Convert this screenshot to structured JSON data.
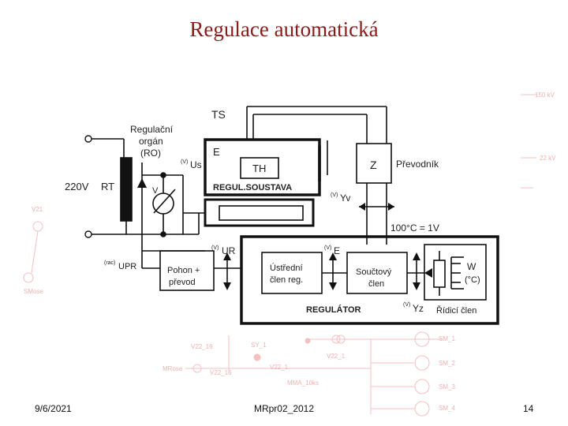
{
  "slide": {
    "title": "Regulace automatická",
    "footer_date": "9/6/2021",
    "footer_center": "MRpr02_2012",
    "page_number": "14"
  },
  "diagram": {
    "ts": "TS",
    "ro_line1": "Regulační",
    "ro_line2": "orgán",
    "ro_line3": "(RO)",
    "e": "E",
    "us_prefix": "(V)",
    "us": "Us",
    "th": "TH",
    "z": "Z",
    "prevodnik": "Převodník",
    "v220": "220V",
    "rt": "RT",
    "v": "V",
    "regul_soustava": "REGUL.SOUSTAVA",
    "yv_prefix": "(V)",
    "yv": "Yv",
    "scale": "100°C = 1V",
    "ur_prefix": "(V)",
    "ur": "UR",
    "e2_prefix": "(V)",
    "e2": "E",
    "upr_prefix": "(rac)",
    "upr": "UPR",
    "pohon_line1": "Pohon +",
    "pohon_line2": "převod",
    "ustredni_line1": "Ústřední",
    "ustredni_line2": "člen reg.",
    "soucet_line1": "Součtový",
    "soucet_line2": "člen",
    "w": "W",
    "w_unit": "(°C)",
    "regulator": "REGULÁTOR",
    "yz_prefix": "(V)",
    "yz": "Yz",
    "ridici": "Řídicí člen"
  },
  "background_faint": {
    "labels": [
      "V22_16",
      "SY_1",
      "V22_1",
      "MRose",
      "V22_16",
      "V22_1",
      "SM_1",
      "SM_2",
      "SM_3",
      "SM_4",
      "MMA_10ks",
      "SMose",
      "150 kV",
      "22 kV",
      "V21"
    ]
  }
}
